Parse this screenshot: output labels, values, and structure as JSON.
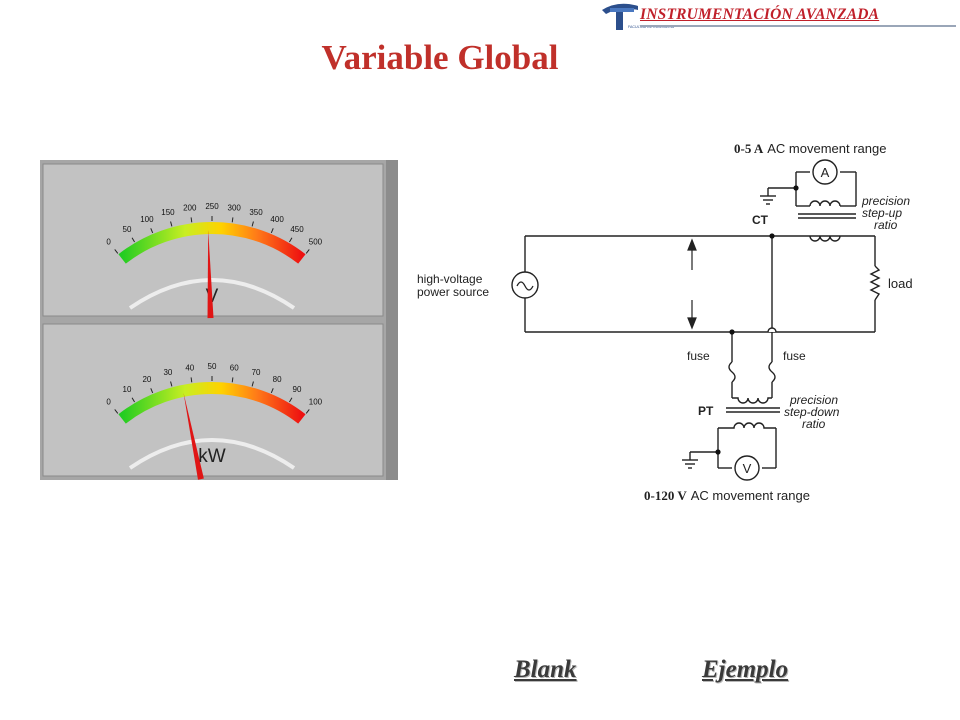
{
  "header": {
    "brand": "INSTRUMENTACIÓN AVANZADA",
    "logo_text": "FACULTAD DE INGENIERIA"
  },
  "slide": {
    "title": "Variable Global"
  },
  "meters": [
    {
      "unit": "V",
      "ticks": [
        "0",
        "50",
        "100",
        "150",
        "200",
        "250",
        "300",
        "350",
        "400",
        "450",
        "500"
      ],
      "range": [
        0,
        500
      ],
      "needle_value": 240
    },
    {
      "unit": "kW",
      "ticks": [
        "0",
        "10",
        "20",
        "30",
        "40",
        "50",
        "60",
        "70",
        "80",
        "90",
        "100"
      ],
      "range": [
        0,
        100
      ],
      "needle_value": 35
    }
  ],
  "diagram": {
    "ammeter_range": {
      "prefix": "0-5 A",
      "suffix": "AC movement range"
    },
    "voltmeter_range": {
      "prefix": "0-120 V",
      "suffix": "AC movement range"
    },
    "ammeter_symbol": "A",
    "voltmeter_symbol": "V",
    "ct_label": "CT",
    "ct_note": [
      "precision",
      "step-up",
      "ratio"
    ],
    "pt_label": "PT",
    "pt_note": [
      "precision",
      "step-down",
      "ratio"
    ],
    "source_label": [
      "high-voltage",
      "power source"
    ],
    "load_label": "load",
    "fuse_labels": [
      "fuse",
      "fuse"
    ]
  },
  "nav": {
    "blank": "Blank",
    "ejemplo": "Ejemplo"
  },
  "colors": {
    "title_red": "#c0302a",
    "needle_red": "#e01515",
    "panel_gray": "#bdbdbd"
  }
}
